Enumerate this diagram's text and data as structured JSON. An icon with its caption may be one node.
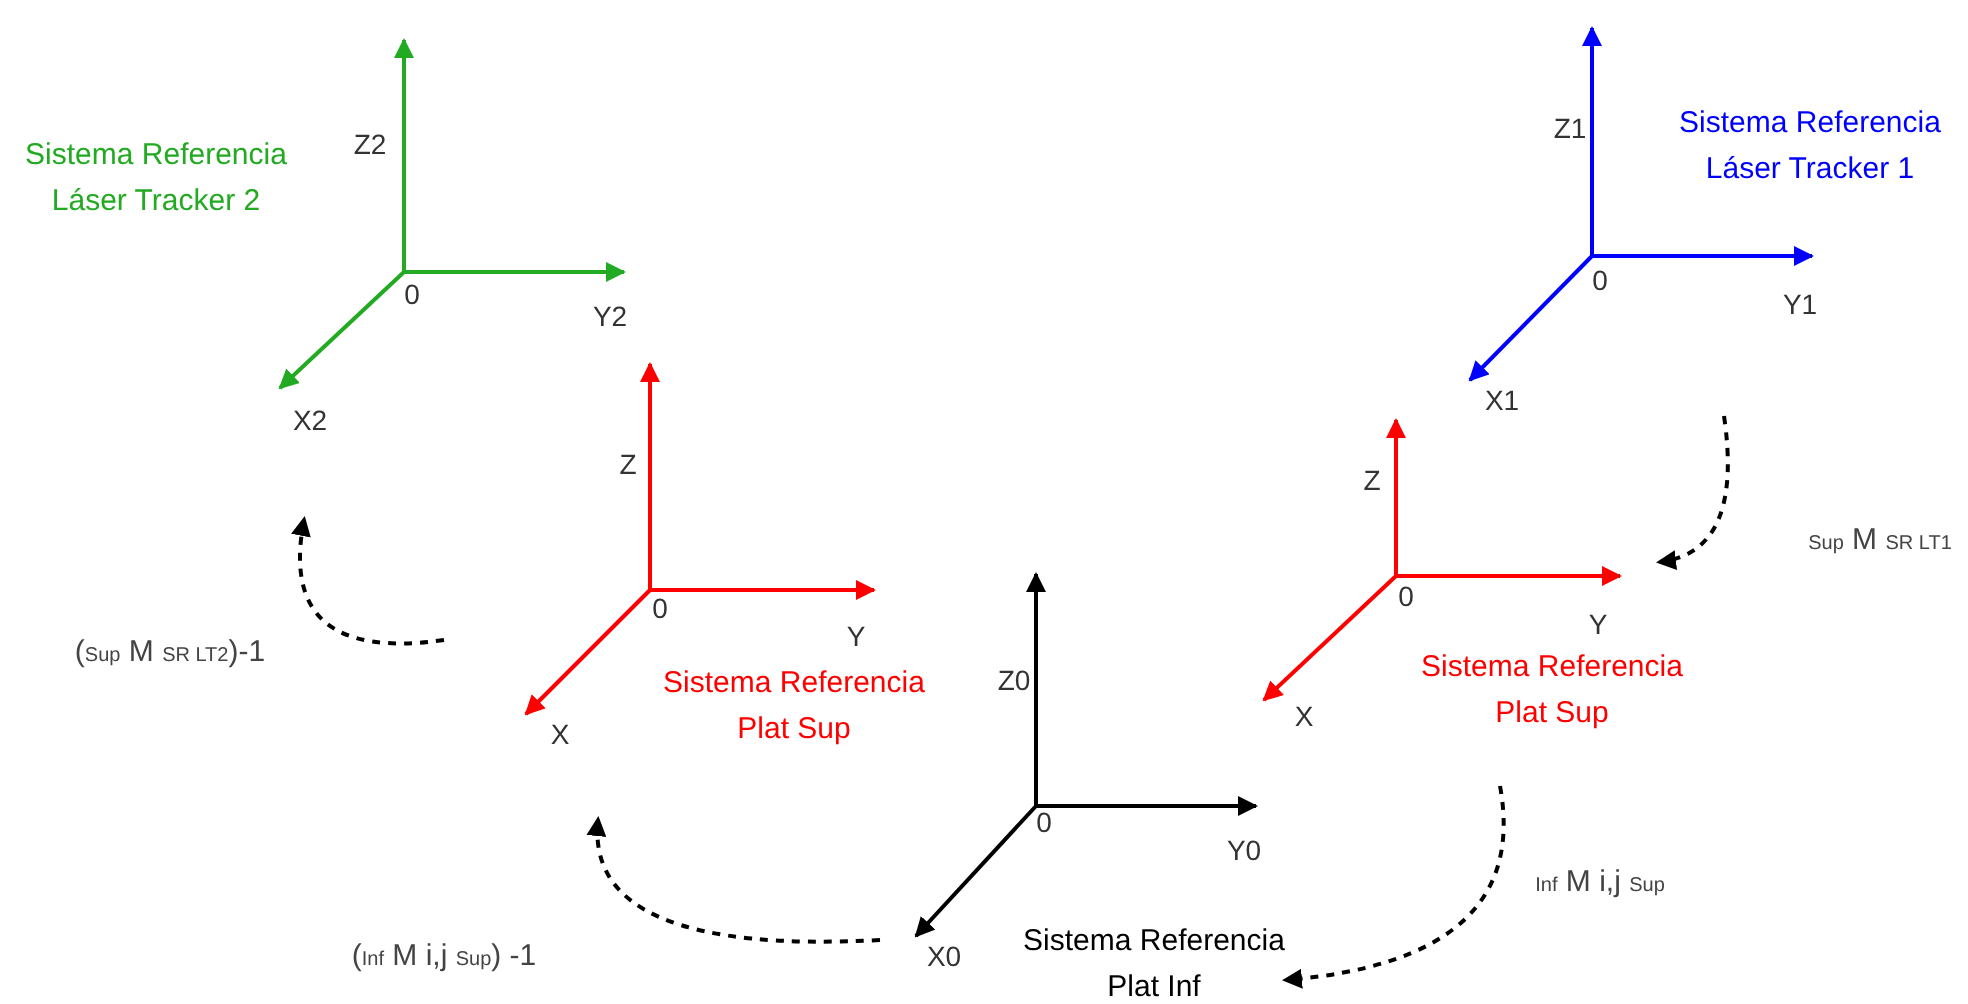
{
  "diagram": {
    "nodes": [
      {
        "text": [
          "Sistema Referencia Láser Tracker 2",
          "Z2",
          "0",
          "Y2",
          "X2"
        ]
      },
      {
        "text": [
          "Z1",
          "Sistema Referencia Láser Tracker 1",
          "0",
          "Y1",
          "X1"
        ]
      },
      {
        "text": [
          "Sistema Referencia Plat Sup",
          "Z",
          "0",
          "Y",
          "X"
        ]
      },
      {
        "text": [
          "Sistema Referencia Plat Sup",
          "Z",
          "0",
          "Y",
          "X"
        ]
      },
      {
        "text": [
          "Sistema Referencia Plat Inf",
          "Z0",
          "0",
          "Y0",
          "X0"
        ]
      }
    ],
    "edges": [
      {
        "from": 1,
        "to": 3,
        "arrow": "to",
        "style": "dashed",
        "label": "$_{Sup}$ M $_{SR LT1}$"
      },
      {
        "from": 2,
        "to": 0,
        "arrow": "to",
        "style": "dashed",
        "label": "($_{Sup}$ M $_{SR LT2}$)-1"
      },
      {
        "from": 3,
        "to": 4,
        "arrow": "to",
        "style": "dashed",
        "label": "$_{Inf}$ M i,j $_{Sup}$"
      },
      {
        "from": 4,
        "to": 2,
        "arrow": "to",
        "style": "dashed",
        "label": "($_{Inf}$ M i,j $_{Sup}$) -1"
      }
    ]
  }
}
